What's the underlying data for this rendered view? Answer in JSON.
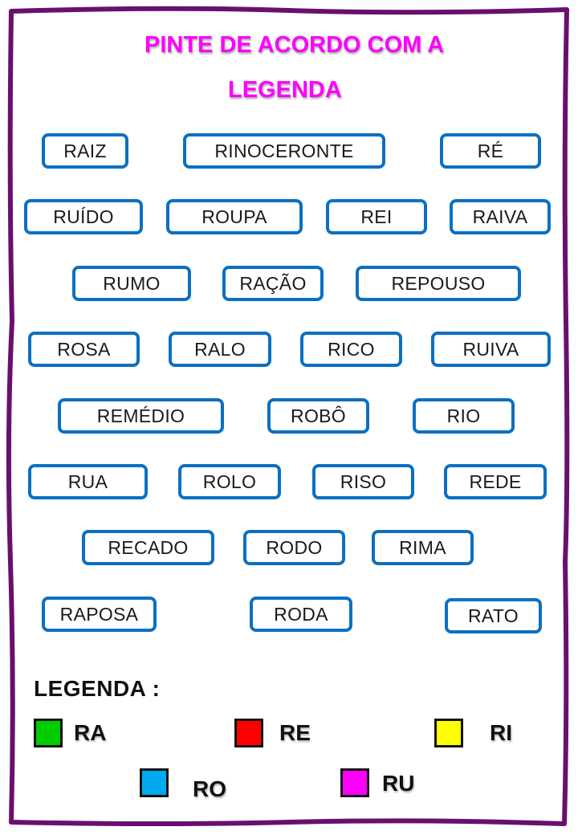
{
  "title": {
    "line1": "PINTE DE ACORDO COM A",
    "line2": "LEGENDA"
  },
  "words": [
    "RAIZ",
    "RINOCERONTE",
    "RÉ",
    "RUÍDO",
    "ROUPA",
    "REI",
    "RAIVA",
    "RUMO",
    "RAÇÃO",
    "REPOUSO",
    "ROSA",
    "RALO",
    "RICO",
    "RUIVA",
    "REMÉDIO",
    "ROBÔ",
    "RIO",
    "RUA",
    "ROLO",
    "RISO",
    "REDE",
    "RECADO",
    "RODO",
    "RIMA",
    "RAPOSA",
    "RODA",
    "RATO"
  ],
  "legend": {
    "title": "LEGENDA :",
    "items": [
      {
        "syllable": "RA",
        "color": "#00cc00"
      },
      {
        "syllable": "RE",
        "color": "#ff0000"
      },
      {
        "syllable": "RI",
        "color": "#ffff00"
      },
      {
        "syllable": "RO",
        "color": "#00aaee"
      },
      {
        "syllable": "RU",
        "color": "#ff00ff"
      }
    ]
  },
  "colors": {
    "frame": "#6a0f6e",
    "box_border": "#0b70c2",
    "title": "#ff00ff"
  }
}
